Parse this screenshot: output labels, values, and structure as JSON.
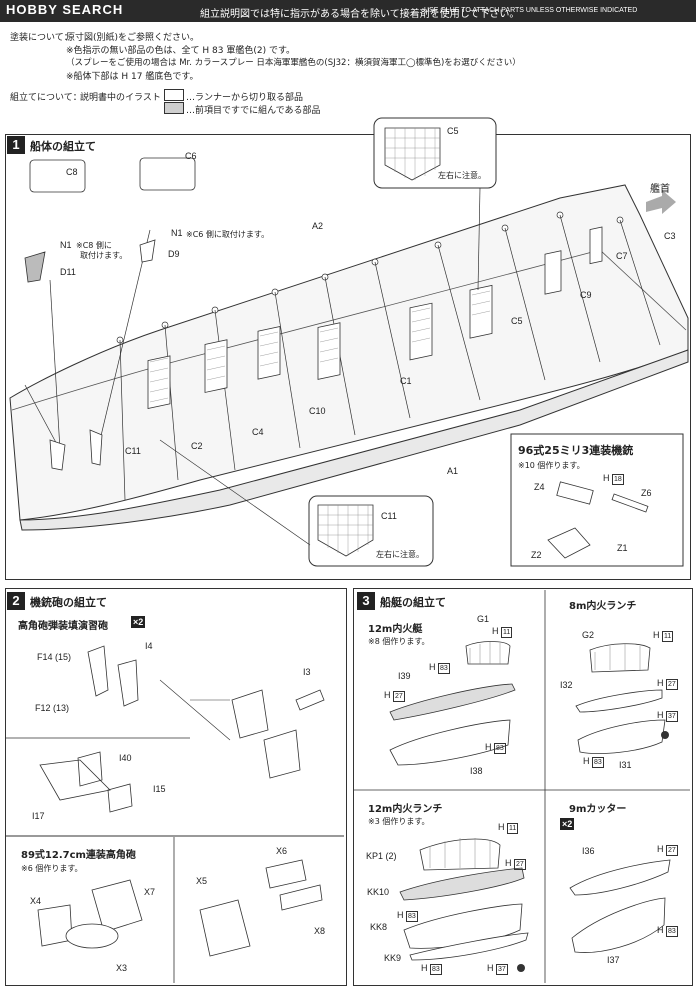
{
  "header": {
    "logo": "HOBBY SEARCH",
    "note_jp": "組立説明図では特に指示がある場合を除いて接着剤を使用して下さい。",
    "note_en": "USE GLUE TO ATTACH PARTS UNLESS OTHERWISE INDICATED"
  },
  "paint_notes": {
    "heading": "塗装について：",
    "line1": "原寸図(別紙)をご参照ください。",
    "line2": "※色指示の無い部品の色は、全て H 83 軍艦色(2) です。",
    "line3": "（スプレーをご使用の場合は Mr. カラースプレー 日本海軍軍艦色の(SJ32：横須賀海軍工◯標準色)をお選びください）",
    "line4": "※船体下部は H 17 艦底色です。"
  },
  "assembly_notes": {
    "heading": "組立てについて：",
    "lead": "説明書中のイラスト",
    "legend_white": "…ランナーから切り取る部品",
    "legend_gray": "…前項目ですでに組んである部品"
  },
  "section1": {
    "number": "1",
    "title": "船体の組立て",
    "bow_label": "艦首",
    "labels": {
      "c8": "C8",
      "c6": "C6",
      "n1a": "N1",
      "n1a_note1": "※C8 側に",
      "n1a_note2": "取付けます。",
      "n1b": "N1",
      "n1b_note": "※C6 側に取付けます。",
      "d11": "D11",
      "d9": "D9",
      "a2": "A2",
      "a1": "A1",
      "c3": "C3",
      "c7": "C7",
      "c9": "C9",
      "c5": "C5",
      "c5_inset": "C5",
      "c5_inset_note": "左右に注意。",
      "c1": "C1",
      "c10": "C10",
      "c4": "C4",
      "c2": "C2",
      "c11": "C11",
      "c11_inset": "C11",
      "c11_inset_note": "左右に注意。"
    },
    "mg_title": "96式25ミリ3連装機銃",
    "mg_note": "※10 個作ります。",
    "mg_labels": {
      "z4": "Z4",
      "h18": "H",
      "h18_ref": "18",
      "z6": "Z6",
      "z1": "Z1",
      "z2": "Z2"
    }
  },
  "section2": {
    "number": "2",
    "title": "機銃砲の組立て",
    "sub1": "高角砲弾装填演習砲",
    "x2": "×2",
    "labels": {
      "f14": "F14 (15)",
      "f12": "F12 (13)",
      "i4": "I4",
      "i3": "I3",
      "i40": "I40",
      "i15": "I15",
      "i17": "I17"
    },
    "sub2": "89式12.7cm連装高角砲",
    "sub2_note": "※6 個作ります。",
    "labels2": {
      "x4": "X4",
      "x7": "X7",
      "x3": "X3",
      "x6": "X6",
      "x5": "X5",
      "x8": "X8"
    }
  },
  "section3": {
    "number": "3",
    "title": "船艇の組立て",
    "b1": {
      "title": "12m内火艇",
      "note": "※8 個作ります。",
      "g1": "G1",
      "h11": "H",
      "h11_ref": "11",
      "i39": "I39",
      "h83a": "H",
      "h83a_ref": "83",
      "h27": "H",
      "h27_ref": "27",
      "h83b": "H",
      "h83b_ref": "83",
      "i38": "I38"
    },
    "b2": {
      "title": "8m内火ランチ",
      "g2": "G2",
      "h11": "H",
      "h11_ref": "11",
      "i32": "I32",
      "h27": "H",
      "h27_ref": "27",
      "h37": "H",
      "h37_ref": "37",
      "h83": "H",
      "h83_ref": "83",
      "i31": "I31"
    },
    "b3": {
      "title": "12m内火ランチ",
      "note": "※3 個作ります。",
      "h11": "H",
      "h11_ref": "11",
      "kp1": "KP1 (2)",
      "h27": "H",
      "h27_ref": "27",
      "kk10": "KK10",
      "h83a": "H",
      "h83a_ref": "83",
      "kk8": "KK8",
      "kk9": "KK9",
      "h83b": "H",
      "h83b_ref": "83",
      "h37": "H",
      "h37_ref": "37"
    },
    "b4": {
      "title": "9mカッター",
      "x2": "×2",
      "i36": "I36",
      "h27": "H",
      "h27_ref": "27",
      "h83": "H",
      "h83_ref": "83",
      "i37": "I37"
    }
  }
}
